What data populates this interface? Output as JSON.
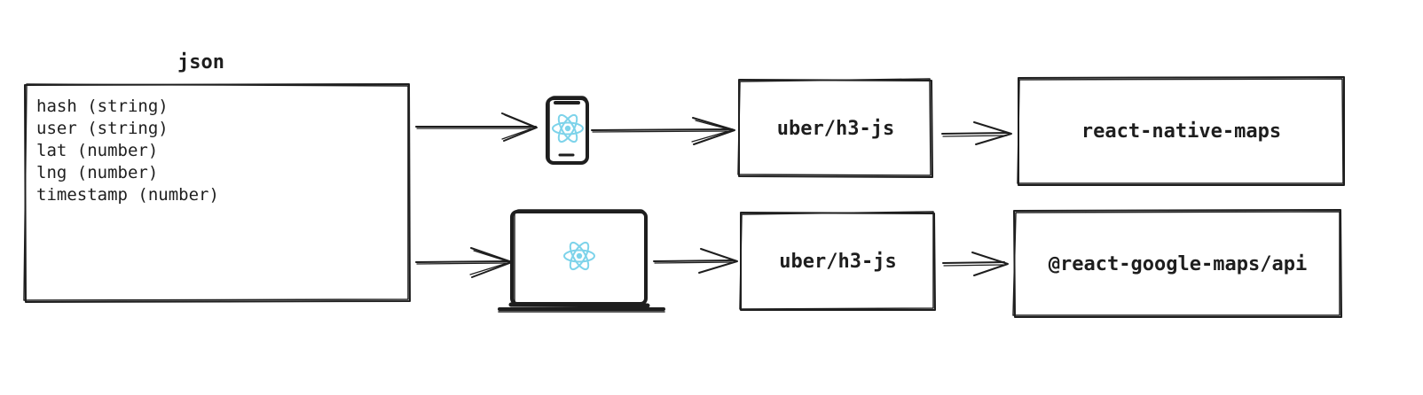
{
  "json_box": {
    "title": "json",
    "fields": [
      "hash (string)",
      "user (string)",
      "lat (number)",
      "lng (number)",
      "timestamp (number)"
    ]
  },
  "mobile_path": {
    "device_icon": "phone-react-icon",
    "library": "uber/h3-js",
    "map_library": "react-native-maps"
  },
  "web_path": {
    "device_icon": "laptop-react-icon",
    "library": "uber/h3-js",
    "map_library": "@react-google-maps/api"
  },
  "colors": {
    "stroke": "#1e1e1e",
    "react_logo": "#7dd3ea"
  }
}
